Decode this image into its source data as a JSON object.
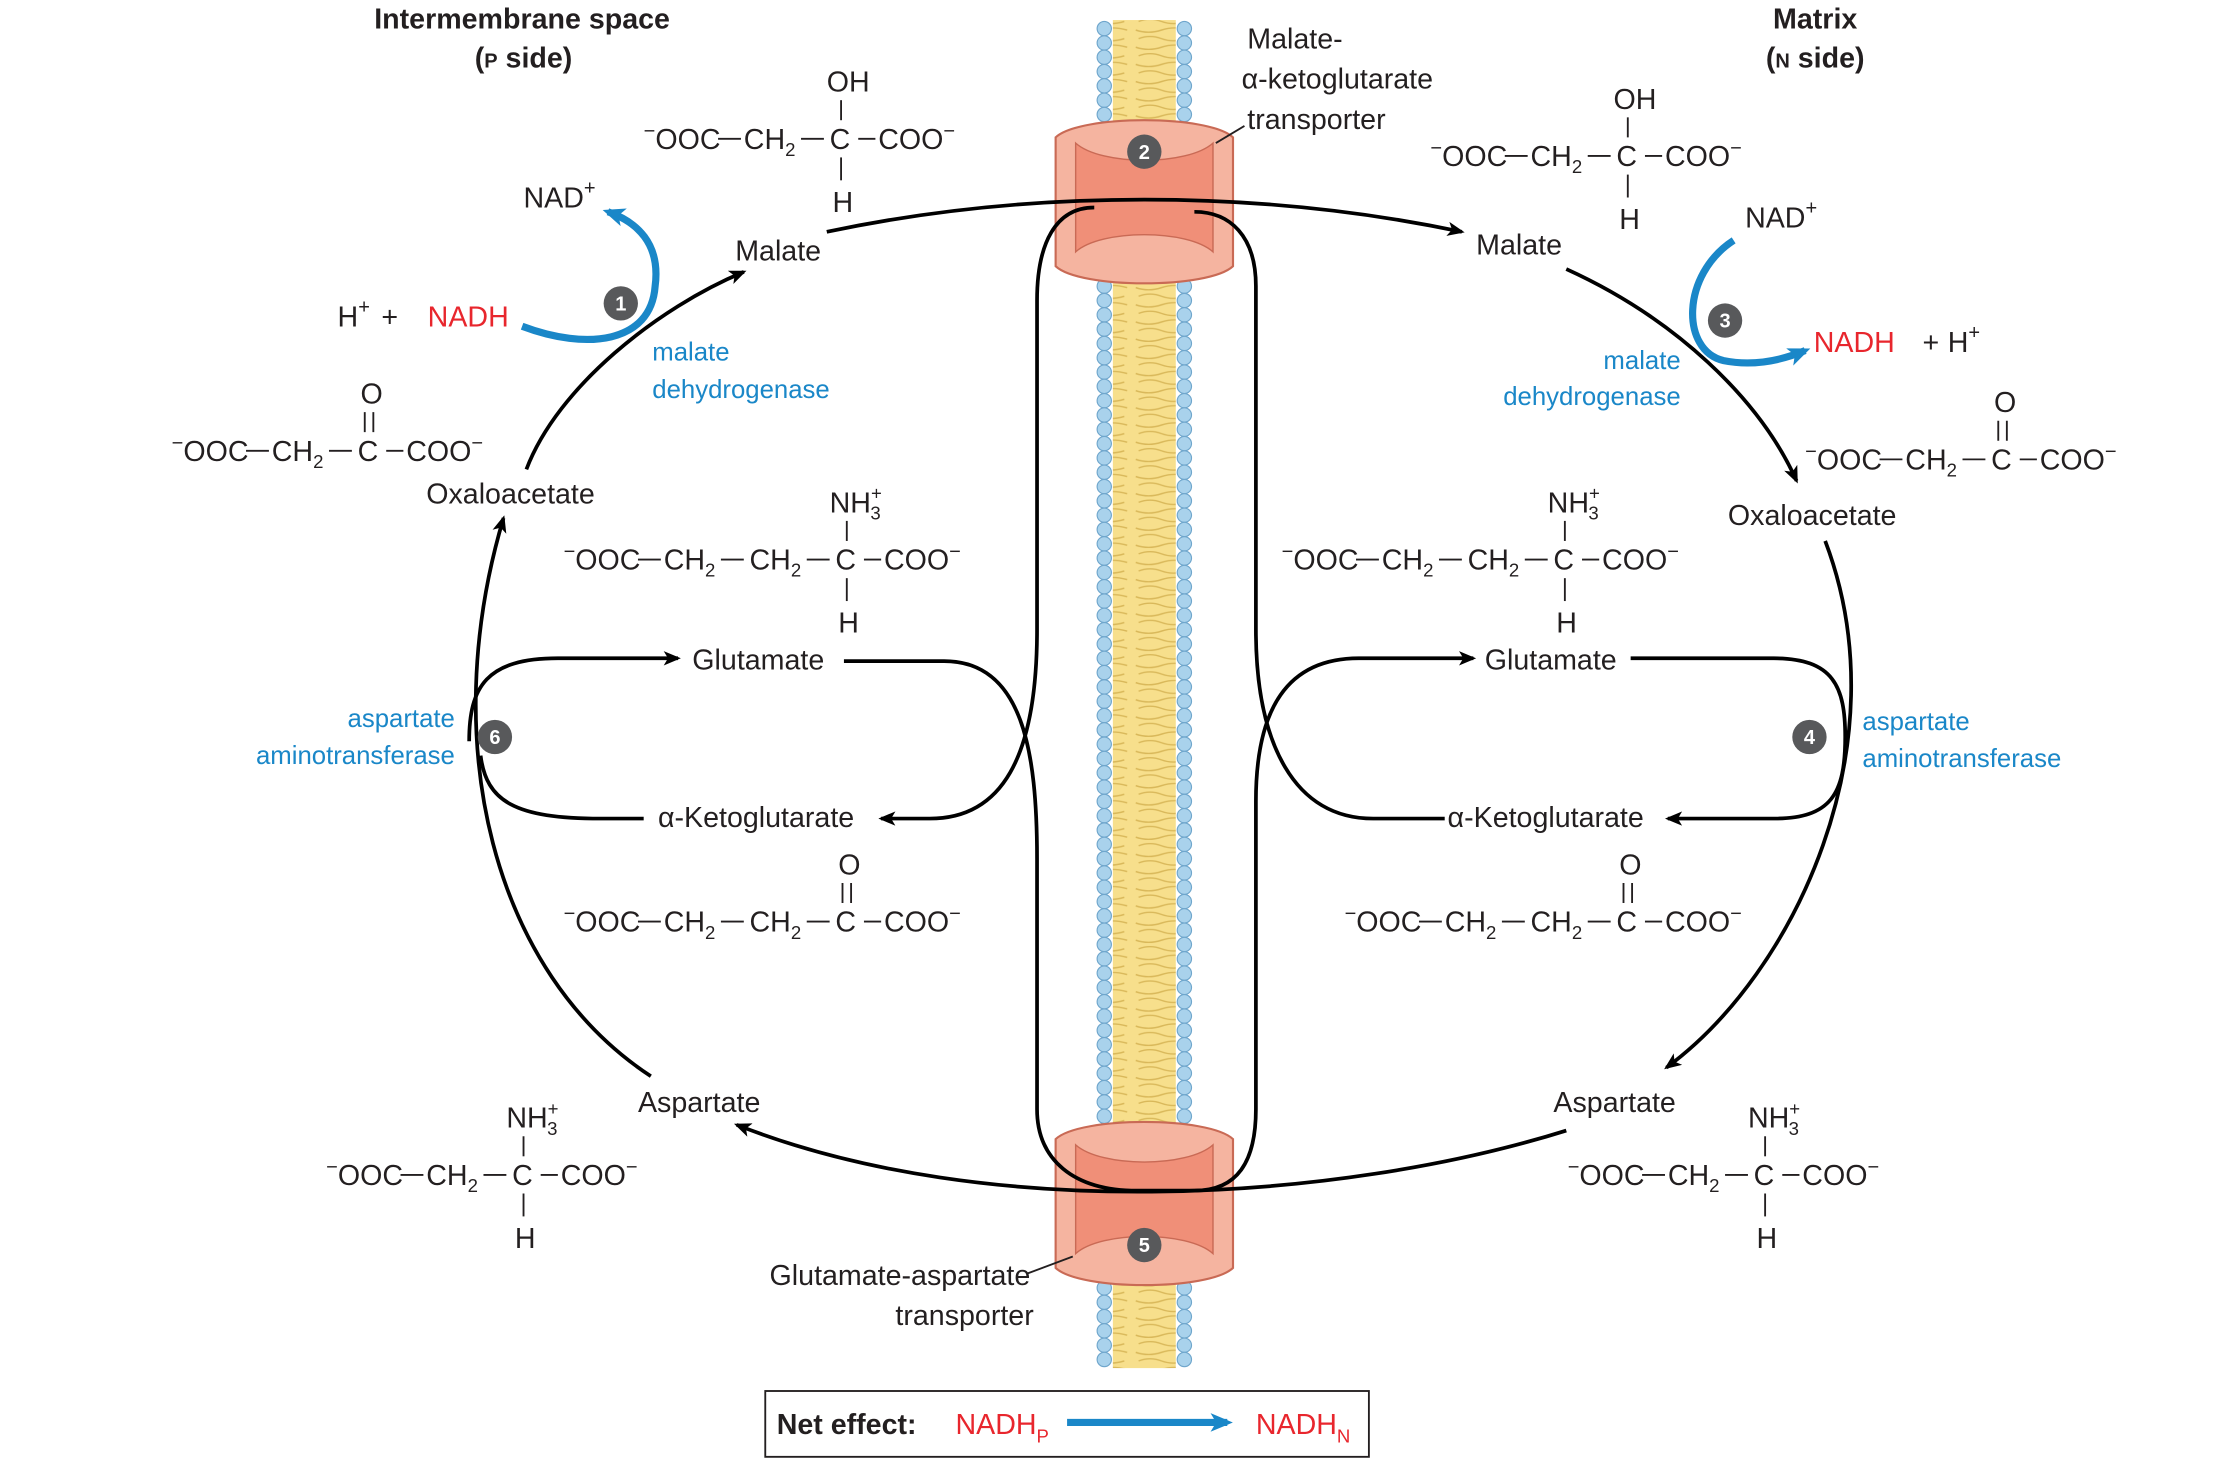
{
  "sides": {
    "left_title": "Intermembrane space",
    "left_sub_small": "P",
    "left_sub_rest": " side)",
    "right_title": "Matrix",
    "right_sub_small": "N",
    "right_sub_rest": " side)",
    "open_paren": "("
  },
  "transporters": {
    "top_line1": "Malate-",
    "top_line2": "α-ketoglutarate",
    "top_line3": "transporter",
    "bottom_line1": "Glutamate-aspartate",
    "bottom_line2": "transporter"
  },
  "metabolites": {
    "malate": "Malate",
    "oxaloacetate": "Oxaloacetate",
    "glutamate": "Glutamate",
    "ketoglutarate": "α-Ketoglutarate",
    "aspartate": "Aspartate"
  },
  "enzymes": {
    "mdh_line1": "malate",
    "mdh_line2": "dehydrogenase",
    "ast_line1": "aspartate",
    "ast_line2": "aminotransferase"
  },
  "cofactors": {
    "nad": "NAD",
    "plus_sup": "+",
    "nadh": "NADH",
    "h": "H",
    "plus": "+"
  },
  "steps": [
    "1",
    "2",
    "3",
    "4",
    "5",
    "6"
  ],
  "chem": {
    "neg": "−",
    "ooc": "OOC",
    "coo": "COO",
    "ch": "CH",
    "two": "2",
    "c": "C",
    "oh": "OH",
    "h": "H",
    "o": "O",
    "nh": "NH",
    "three": "3",
    "plus": "+"
  },
  "net": {
    "label": "Net effect:",
    "nadh": "NADH",
    "from_sub": "P",
    "to_sub": "N"
  },
  "colors": {
    "enzyme_blue": "#1a87c8",
    "nadh_red": "#e8262d",
    "membrane_yellow": "#f7df8c",
    "lipid_head_blue": "#a9d2ec",
    "transporter_pink": "#f5b4a0"
  }
}
